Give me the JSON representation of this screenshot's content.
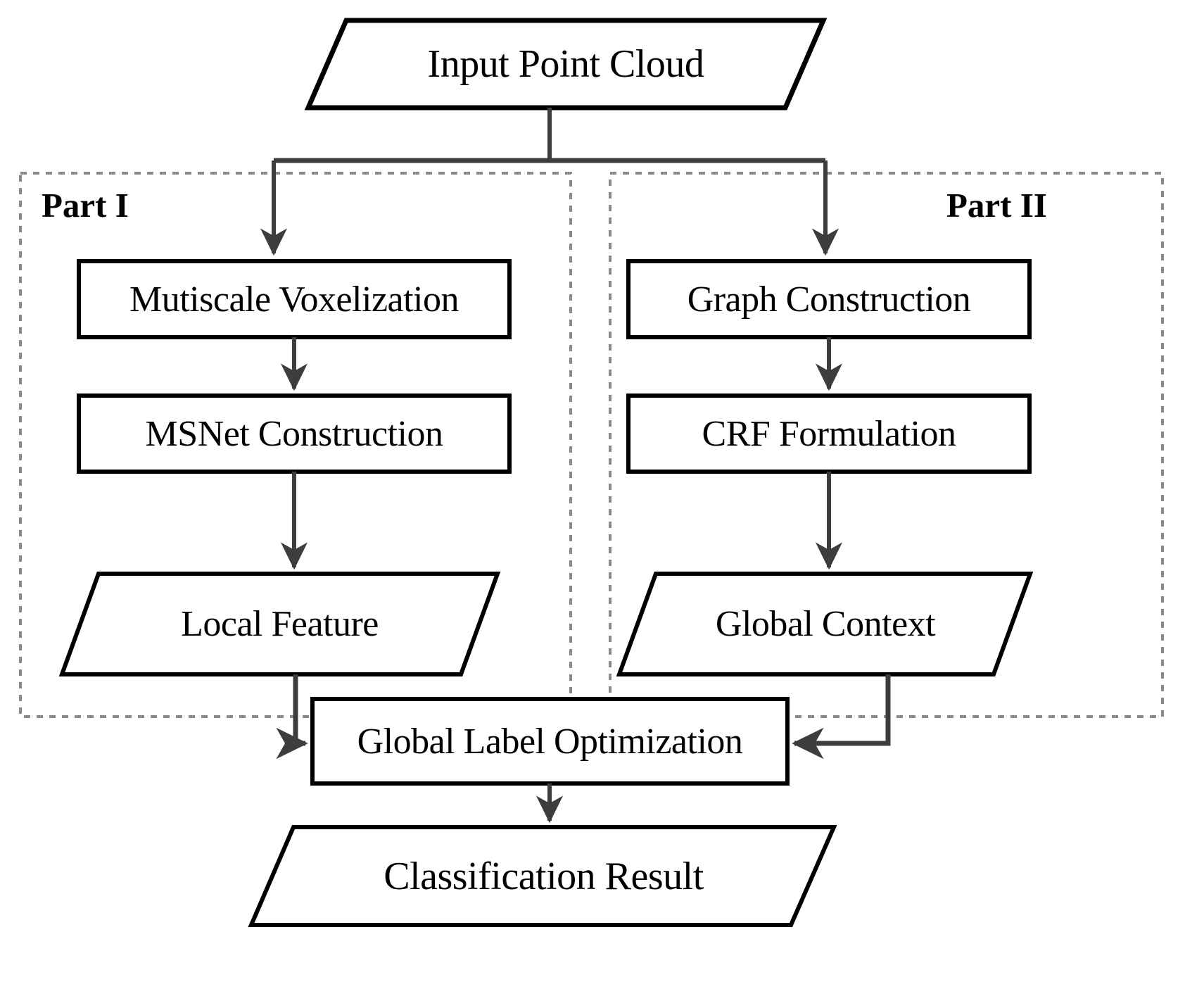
{
  "diagram": {
    "title": "Point cloud classification pipeline flowchart",
    "colors": {
      "shape_stroke": "#000000",
      "arrow_stroke": "#3d3d3d",
      "group_border": "#8a8a8a",
      "background": "#ffffff",
      "text": "#000000"
    },
    "nodes": {
      "input_point_cloud": {
        "label": "Input Point Cloud",
        "shape": "parallelogram"
      },
      "multiscale_voxelization": {
        "label": "Mutiscale Voxelization",
        "shape": "rectangle"
      },
      "msnet_construction": {
        "label": "MSNet Construction",
        "shape": "rectangle"
      },
      "local_feature": {
        "label": "Local Feature",
        "shape": "parallelogram"
      },
      "graph_construction": {
        "label": "Graph Construction",
        "shape": "rectangle"
      },
      "crf_formulation": {
        "label": "CRF Formulation",
        "shape": "rectangle"
      },
      "global_context": {
        "label": "Global Context",
        "shape": "parallelogram"
      },
      "global_label_optimization": {
        "label": "Global Label Optimization",
        "shape": "rectangle"
      },
      "classification_result": {
        "label": "Classification Result",
        "shape": "parallelogram"
      }
    },
    "groups": {
      "part_one": {
        "label": "Part I"
      },
      "part_two": {
        "label": "Part II"
      }
    },
    "edges": [
      {
        "from": "input_point_cloud",
        "to": "multiscale_voxelization"
      },
      {
        "from": "input_point_cloud",
        "to": "graph_construction"
      },
      {
        "from": "multiscale_voxelization",
        "to": "msnet_construction"
      },
      {
        "from": "msnet_construction",
        "to": "local_feature"
      },
      {
        "from": "graph_construction",
        "to": "crf_formulation"
      },
      {
        "from": "crf_formulation",
        "to": "global_context"
      },
      {
        "from": "local_feature",
        "to": "global_label_optimization"
      },
      {
        "from": "global_context",
        "to": "global_label_optimization"
      },
      {
        "from": "global_label_optimization",
        "to": "classification_result"
      }
    ]
  }
}
